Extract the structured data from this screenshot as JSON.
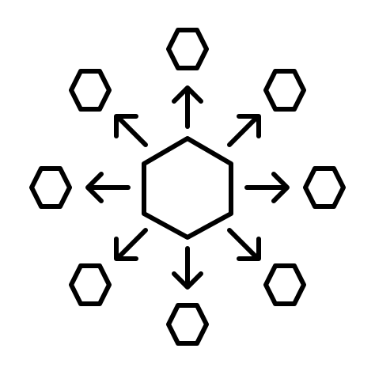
{
  "image": {
    "icon": "hexagon-distribution-icon",
    "colors": {
      "stroke": "#000000",
      "background": "#ffffff"
    },
    "elements": {
      "center": "large-hexagon",
      "arrows": 8,
      "outer_hexagons": 8
    }
  }
}
